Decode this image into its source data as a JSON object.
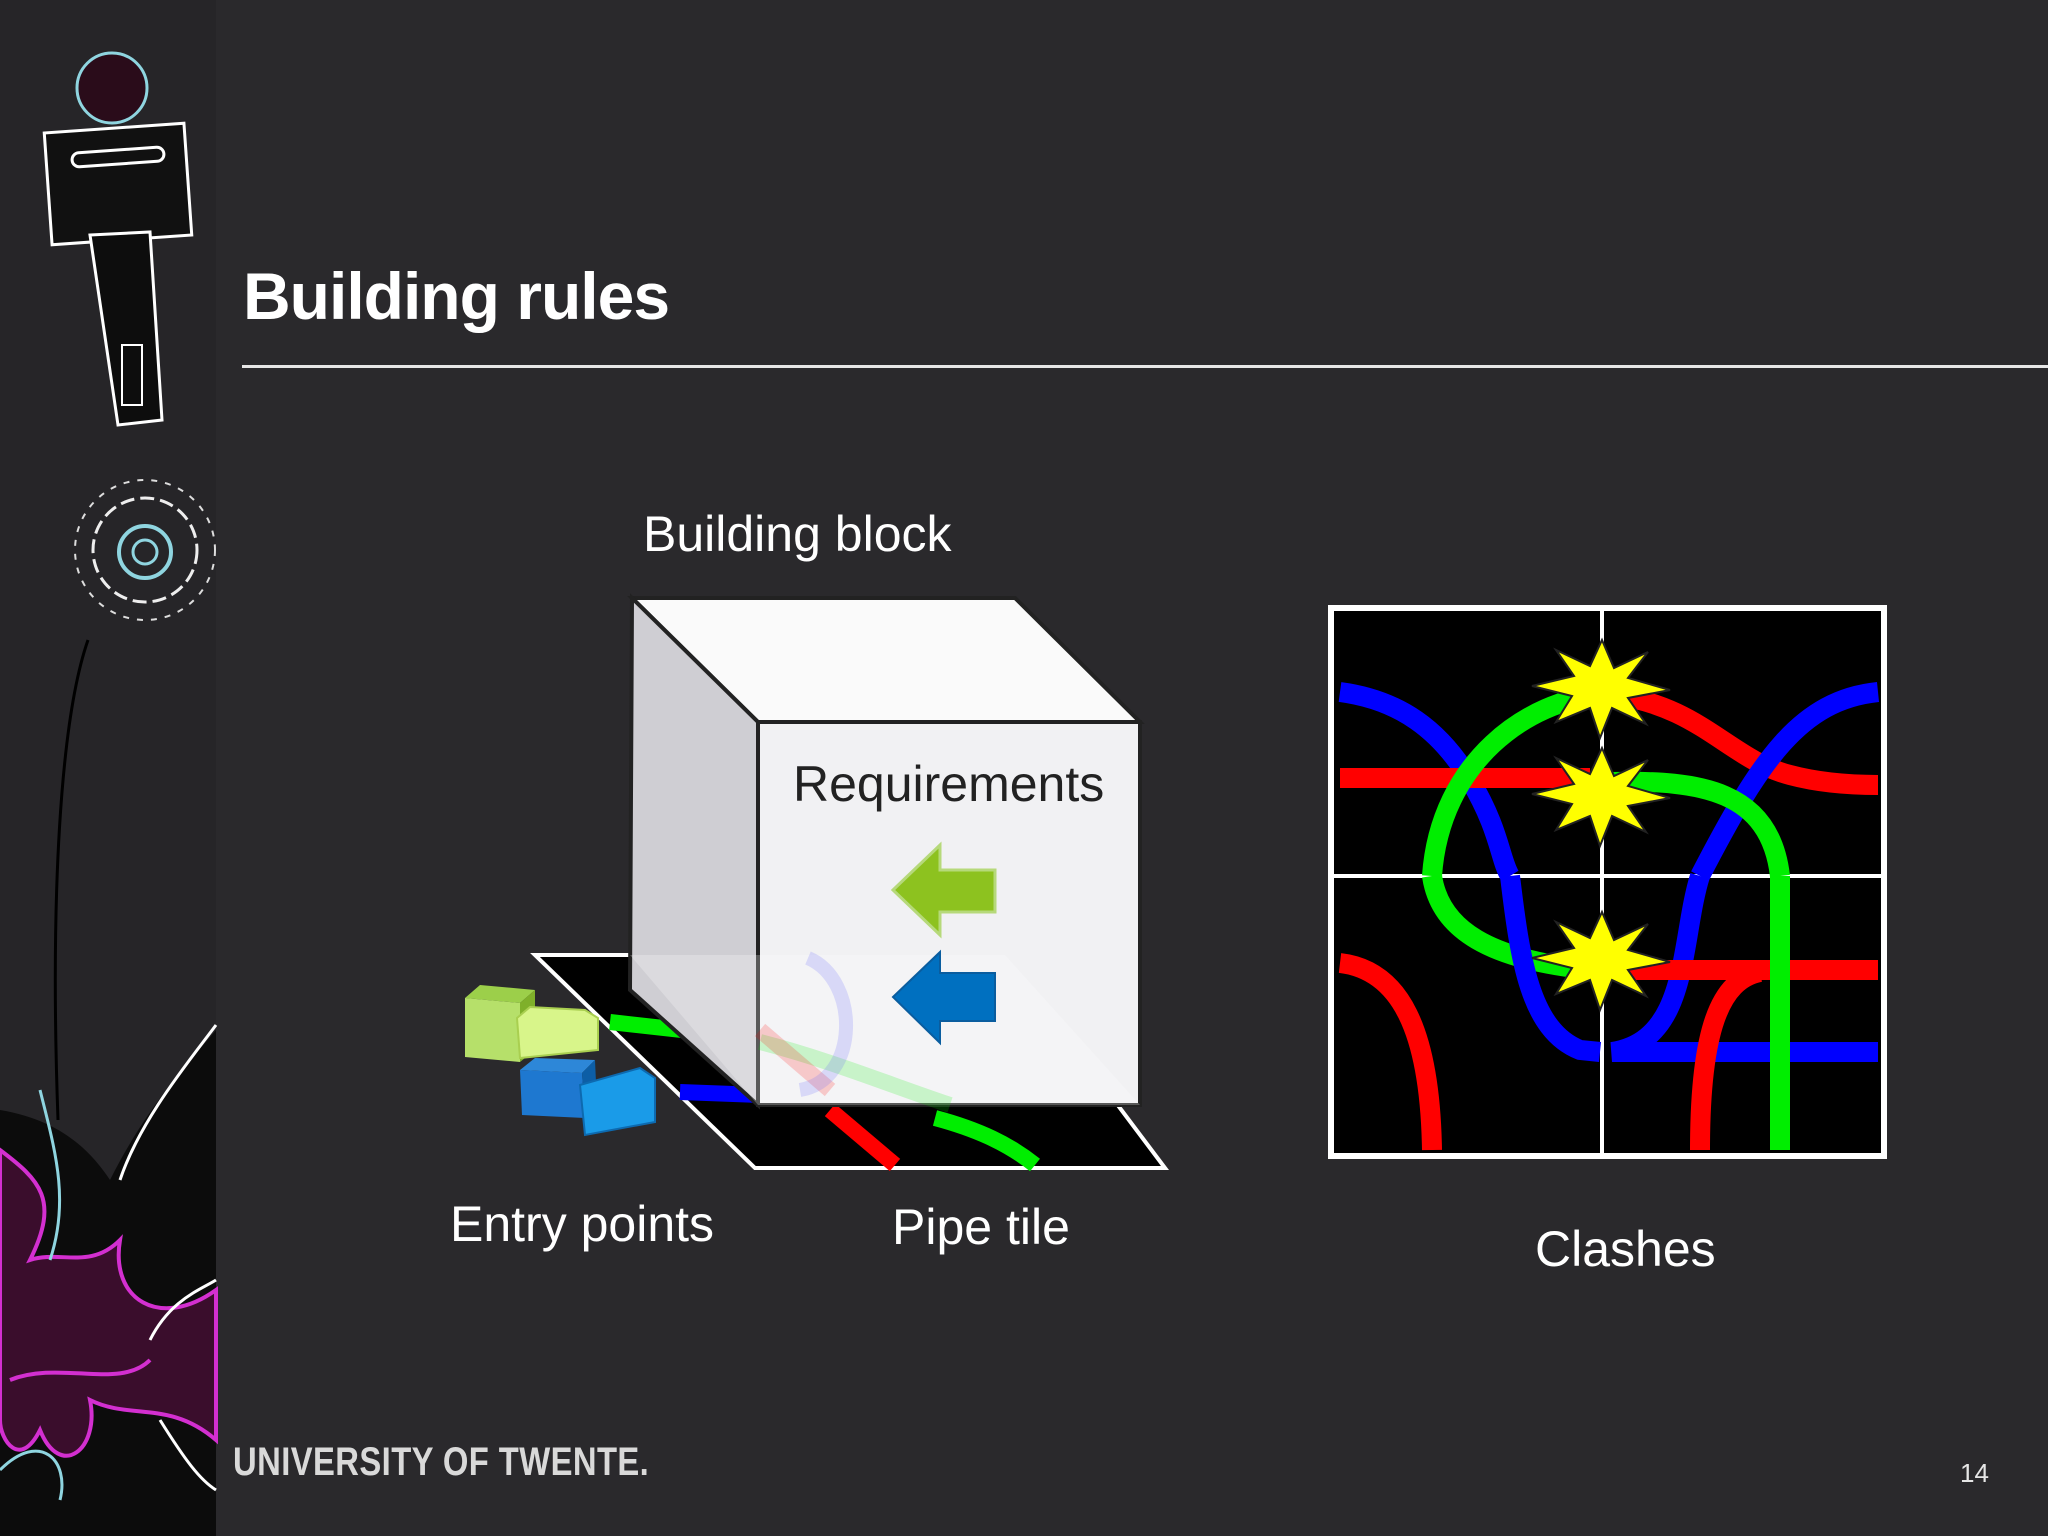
{
  "slide": {
    "title": "Building rules",
    "page_number": "14",
    "footer_logo_text": "UNIVERSITY OF TWENTE."
  },
  "diagram": {
    "building_block_label": "Building block",
    "requirements_label": "Requirements",
    "entry_points_label": "Entry points",
    "pipe_tile_label": "Pipe tile",
    "clashes_label": "Clashes"
  },
  "colors": {
    "background": "#2a292c",
    "pipe_red": "#ff0000",
    "pipe_green": "#00ee00",
    "pipe_blue": "#0000ff",
    "arrow_green": "#8dc21f",
    "arrow_blue": "#0070c0",
    "clash_star": "#ffff00"
  }
}
